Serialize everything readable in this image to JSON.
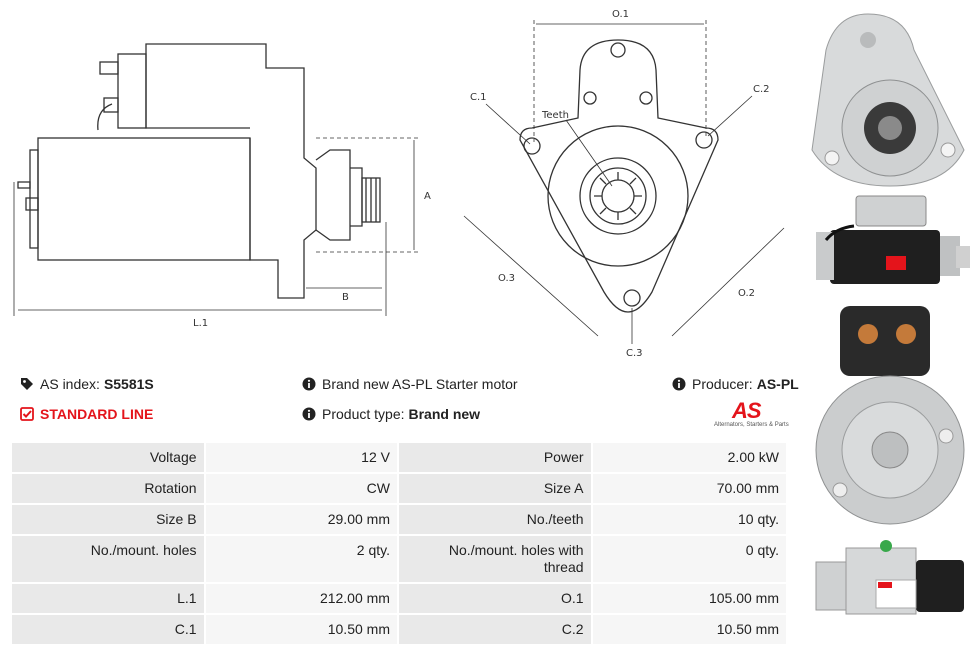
{
  "drawing": {
    "labels": {
      "a": "A",
      "b": "B",
      "l1": "L.1",
      "o1": "O.1",
      "o2": "O.2",
      "o3": "O.3",
      "c1": "C.1",
      "c2": "C.2",
      "c3": "C.3",
      "teeth": "Teeth"
    }
  },
  "info": {
    "as_index_label": "AS index:",
    "as_index_value": "S5581S",
    "standard_line": "STANDARD LINE",
    "description": "Brand new AS-PL Starter motor",
    "product_type_label": "Product type:",
    "product_type_value": "Brand new",
    "producer_label": "Producer:",
    "producer_value": "AS-PL"
  },
  "logo": {
    "text": "AS",
    "tagline": "Alternators, Starters & Parts",
    "color": "#e4141b"
  },
  "specs": [
    {
      "label1": "Voltage",
      "value1": "12 V",
      "label2": "Power",
      "value2": "2.00 kW"
    },
    {
      "label1": "Rotation",
      "value1": "CW",
      "label2": "Size A",
      "value2": "70.00 mm"
    },
    {
      "label1": "Size B",
      "value1": "29.00 mm",
      "label2": "No./teeth",
      "value2": "10 qty."
    },
    {
      "label1": "No./mount. holes",
      "value1": "2 qty.",
      "label2": "No./mount. holes with thread",
      "value2": "0 qty."
    },
    {
      "label1": "L.1",
      "value1": "212.00 mm",
      "label2": "O.1",
      "value2": "105.00 mm"
    },
    {
      "label1": "C.1",
      "value1": "10.50 mm",
      "label2": "C.2",
      "value2": "10.50 mm"
    }
  ],
  "photos": [
    "starter-front-view",
    "starter-side-view",
    "starter-rear-view",
    "starter-side-label-view"
  ]
}
